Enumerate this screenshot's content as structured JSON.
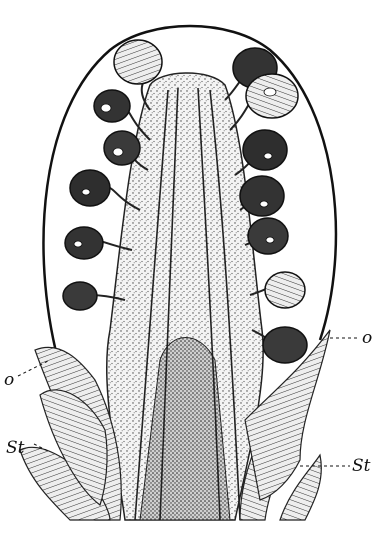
{
  "figure": {
    "labels": {
      "o_left": "o",
      "o_right": "o",
      "st_left": "St",
      "st_right": "St"
    }
  }
}
